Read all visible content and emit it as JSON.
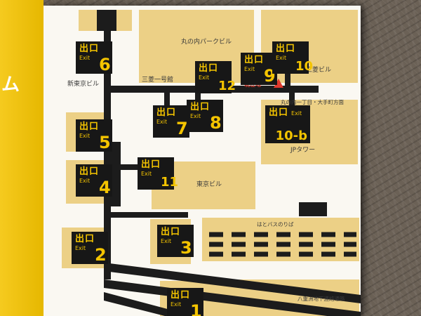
{
  "frame": {
    "strip_text": "ム"
  },
  "map": {
    "exits": [
      {
        "kanji": "出口",
        "en": "Exit",
        "num": "6"
      },
      {
        "kanji": "出口",
        "en": "Exit",
        "num": "12"
      },
      {
        "kanji": "出口",
        "en": "Exit",
        "num": "9"
      },
      {
        "kanji": "出口",
        "en": "Exit",
        "num": "10"
      },
      {
        "kanji": "出口",
        "en": "Exit",
        "num": "7"
      },
      {
        "kanji": "出口",
        "en": "Exit",
        "num": "8"
      },
      {
        "kanji": "出口",
        "en": "Exit",
        "num": "10-b"
      },
      {
        "kanji": "出口",
        "en": "Exit",
        "num": "5"
      },
      {
        "kanji": "出口",
        "en": "Exit",
        "num": "11"
      },
      {
        "kanji": "出口",
        "en": "Exit",
        "num": "4"
      },
      {
        "kanji": "出口",
        "en": "Exit",
        "num": "3"
      },
      {
        "kanji": "出口",
        "en": "Exit",
        "num": "2"
      },
      {
        "kanji": "出口",
        "en": "Exit",
        "num": "1"
      }
    ],
    "labels": {
      "park_building": "丸の内パークビル",
      "mitsubishi_building": "三菱ビル",
      "shin_tokyo_building": "新東京ビル",
      "mitsubishi_ichigokan": "三菱一号館",
      "current_location": "現在地",
      "direction_sign": "丸の内一丁目・大手町方面",
      "jp_tower": "JPタワー",
      "tokyo_building": "東京ビル",
      "hato_bus_stop": "はとバスのりば",
      "yaesu_passage": "八重洲地下連絡通路"
    },
    "colors": {
      "building": "#ecd086",
      "sign_bg": "#171717",
      "sign_text": "#f4c400",
      "marker_red": "#e03a2e",
      "frame_yellow": "#f4c300"
    }
  }
}
